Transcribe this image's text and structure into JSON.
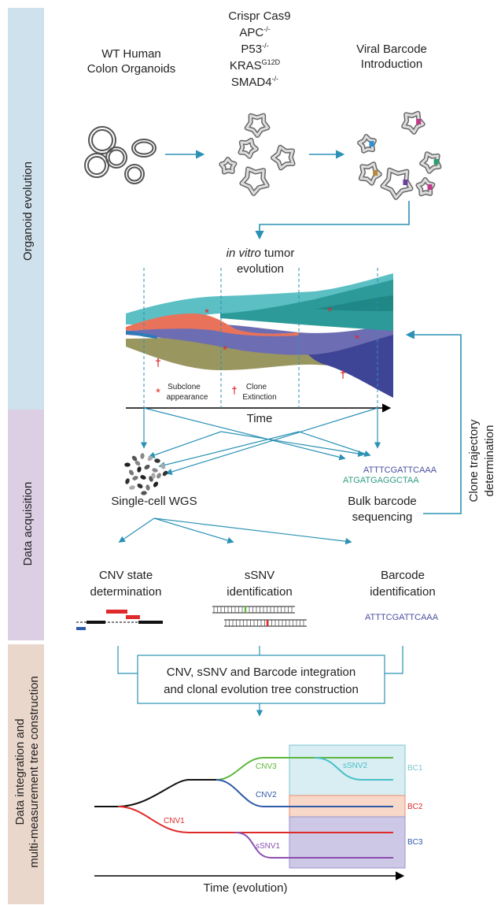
{
  "sections": [
    {
      "label": "Organoid evolution",
      "color": "#cfe1ec"
    },
    {
      "label": "Data acquisition",
      "color": "#dccfe4"
    },
    {
      "label_lines": [
        "Data integration and",
        "multi-measurement tree construction"
      ],
      "color": "#ead7cb"
    }
  ],
  "stage1": {
    "wt_lines": [
      "WT Human",
      "Colon Organoids"
    ],
    "crispr_lines": [
      {
        "base": "Crispr Cas9",
        "sup": ""
      },
      {
        "base": "APC",
        "sup": "-/-"
      },
      {
        "base": "P53",
        "sup": "-/-"
      },
      {
        "base": "KRAS",
        "sup": "G12D"
      },
      {
        "base": "SMAD4",
        "sup": "-/-"
      }
    ],
    "viral_lines": [
      "Viral Barcode",
      "Introduction"
    ]
  },
  "fishplot": {
    "title_italic": "in vitro",
    "title_rest": " tumor",
    "title_line2": "evolution",
    "legend_subclone_symbol": "*",
    "legend_subclone_lines": [
      "Subclone",
      "appearance"
    ],
    "legend_extinction_symbol": "†",
    "legend_extinction_lines": [
      "Clone",
      "Extinction"
    ],
    "time_label": "Time",
    "clone_colors": [
      "#5bbfc4",
      "#e8735a",
      "#6d6db3",
      "#9a9660",
      "#2c9a98",
      "#3f4596"
    ]
  },
  "acquisition": {
    "scwgs_label": "Single-cell WGS",
    "bulk_lines": [
      "Bulk barcode",
      "sequencing"
    ],
    "barcode_seq_1": "ATTTCGATTCAAA",
    "barcode_seq_2": "ATGATGAGGCTAA",
    "seq_1_color": "#4a4fa0",
    "seq_2_color": "#2e9c80",
    "trajectory_lines": [
      "Clone trajectory",
      "determination"
    ]
  },
  "identification": {
    "cnv_lines": [
      "CNV state",
      "determination"
    ],
    "ssnv_lines": [
      "sSNV",
      "identification"
    ],
    "barcode_lines": [
      "Barcode",
      "identification"
    ],
    "barcode_seq": "ATTTCGATTCAAA"
  },
  "integration": {
    "box_lines": [
      "CNV, sSNV and Barcode integration",
      "and clonal evolution tree construction"
    ]
  },
  "tree": {
    "labels": {
      "cnv3": "CNV3",
      "cnv2": "CNV2",
      "cnv1": "CNV1",
      "ssnv2": "sSNV2",
      "ssnv1": "sSNV1",
      "bc1": "BC1",
      "bc2": "BC2",
      "bc3": "BC3"
    },
    "colors": {
      "trunk": "#111111",
      "cnv3": "#5cb83c",
      "cnv2": "#2f5aa8",
      "cnv1": "#e02a2a",
      "ssnv2": "#49bfc9",
      "ssnv1": "#8a4fb0",
      "bc1_fill": "#d9eef2",
      "bc1_stroke": "#7cc7d0",
      "bc2_fill": "#f7d8c9",
      "bc2_stroke": "#e88e6f",
      "bc3_fill": "#cdc8e6",
      "bc3_stroke": "#9b94c9"
    },
    "time_label": "Time (evolution)"
  },
  "arrow_color": "#2b92b5"
}
